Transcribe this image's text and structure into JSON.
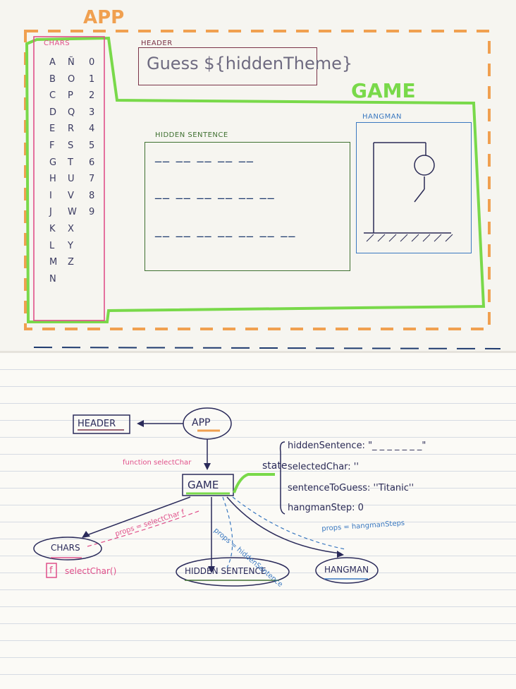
{
  "wireframe": {
    "app_label": "APP",
    "game_label": "GAME",
    "chars_label": "CHARS",
    "header_label": "HEADER",
    "header_text": "Guess ${hiddenTheme}",
    "hidden_sentence_label": "HIDDEN SENTENCE",
    "hangman_label": "HANGMAN",
    "chars": {
      "col1": [
        "A",
        "B",
        "C",
        "D",
        "E",
        "F",
        "G",
        "H",
        "I",
        "J",
        "K",
        "L",
        "M",
        "N"
      ],
      "col2": [
        "Ñ",
        "O",
        "P",
        "Q",
        "R",
        "S",
        "T",
        "U",
        "V",
        "W",
        "X",
        "Y",
        "Z"
      ],
      "col3": [
        "0",
        "1",
        "2",
        "3",
        "4",
        "5",
        "6",
        "7",
        "8",
        "9"
      ]
    },
    "hidden_sentence_rows": [
      "__ __     __ __ __",
      "__ __    __ __ __ __",
      "__ __ __    __ __ __ __"
    ]
  },
  "tree": {
    "app": "APP",
    "header": "HEADER",
    "game": "GAME",
    "function_label": "function selectChar",
    "state_label": "state",
    "state_lines": [
      "hiddenSentence: \"_ _ _ _ _ _ _\"",
      "selectedChar: ''",
      "sentenceToGuess: ''Titanic''",
      "hangmanStep: 0"
    ],
    "chars": "CHARS",
    "hidden_sentence": "HIDDEN SENTENCE",
    "hangman": "HANGMAN",
    "props_chars": "props = selectChar f",
    "props_hidden": "props = hiddenSentence",
    "props_hangman": "props = hangmanSteps",
    "f_badge": "f",
    "select_char_fn": "selectChar()"
  },
  "colors": {
    "app_orange": "#f0a050",
    "game_green": "#79d94a",
    "chars_red": "#e0508a",
    "hangman_blue": "#3a78c0",
    "hidden_green": "#3f7030",
    "header_maroon": "#7a3348",
    "ink": "#2a2a5a"
  }
}
